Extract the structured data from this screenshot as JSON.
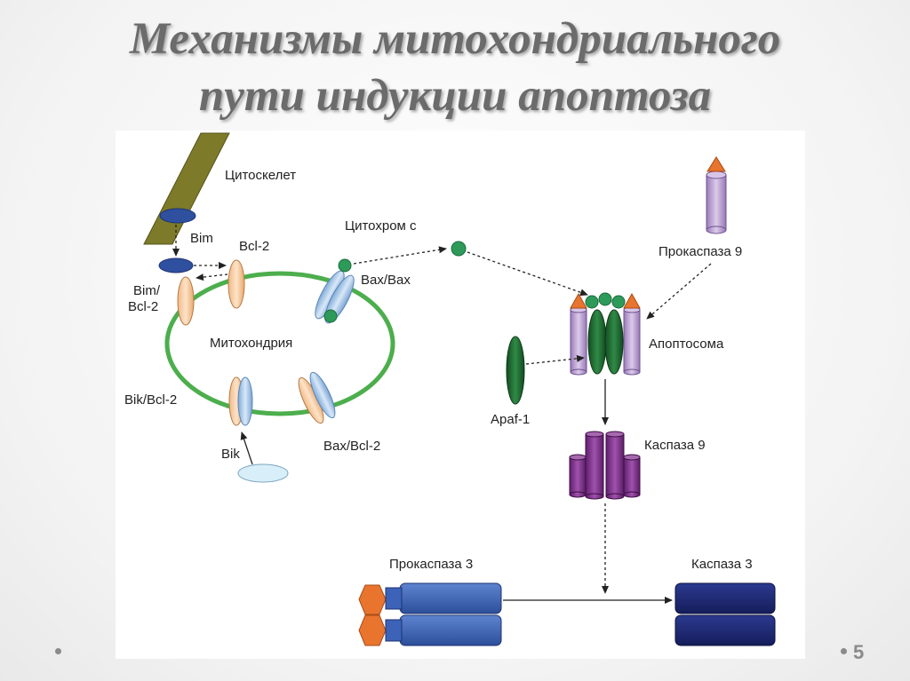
{
  "title": {
    "line1": "Механизмы митохондриального",
    "line2": "пути индукции апоптоза"
  },
  "diagram": {
    "labels": {
      "cytoskeleton": "Цитоскелет",
      "bim": "Bim",
      "bcl2": "Bcl-2",
      "bim_bcl2_line1": "Bim/",
      "bim_bcl2_line2": "Bcl-2",
      "mitochondria": "Митохондрия",
      "bik_bcl2": "Bik/Bcl-2",
      "bik": "Bik",
      "bax_bcl2": "Bax/Bcl-2",
      "bax_bax": "Bax/Bax",
      "cytochrome_c": "Цитохром с",
      "procaspase9": "Прокаспаза 9",
      "apoptosome": "Апоптосома",
      "apaf1": "Apaf-1",
      "caspase9": "Каспаза 9",
      "procaspase3": "Прокаспаза 3",
      "caspase3": "Каспаза 3"
    },
    "colors": {
      "mitochondria_ring": "#4cae4c",
      "bcl2_orange": "#f5c99d",
      "bax_blue": "#9fc4e8",
      "bim_navy": "#2f4f9f",
      "cytochrome_green": "#2e9a5a",
      "apaf_dark_green": "#1f6a32",
      "procaspase9_lilac": "#b69ad0",
      "caspase9_purple": "#7a2f86",
      "triangle_orange": "#e8742e",
      "procaspase3_blue": "#3d63b8",
      "caspase3_navy": "#1e2a78",
      "hexagon_orange": "#e8742e",
      "cytoskeleton_olive": "#7d7b2a"
    }
  },
  "footer": {
    "page_number": "5"
  }
}
